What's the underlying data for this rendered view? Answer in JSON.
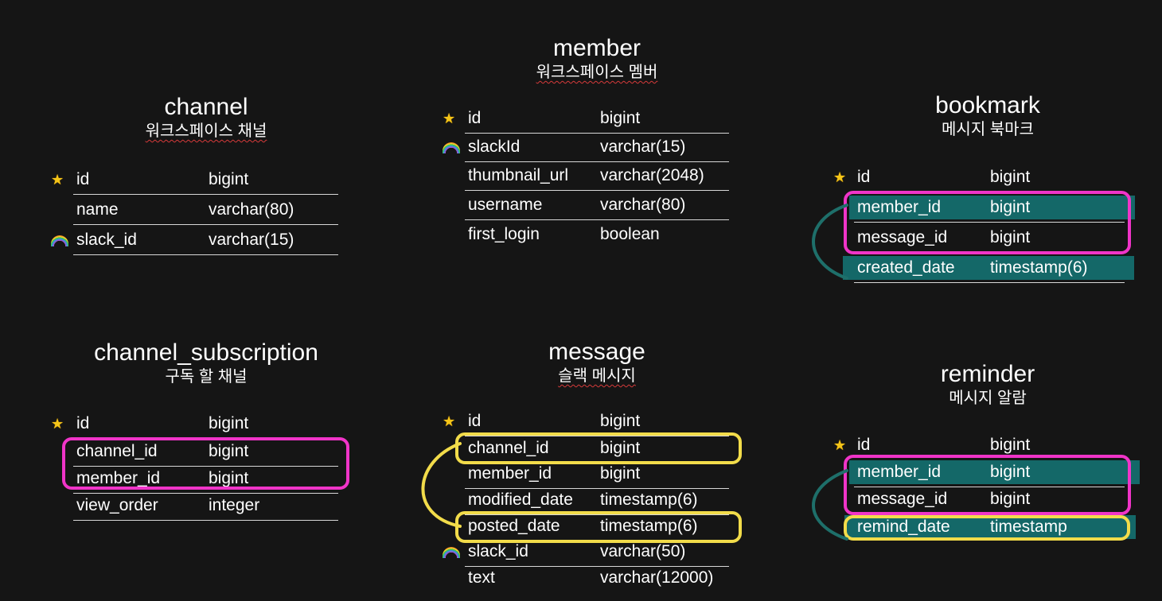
{
  "tables": {
    "channel": {
      "title": "channel",
      "subtitle": "워크스페이스 채널",
      "rows": [
        {
          "name": "id",
          "type": "bigint",
          "icon": "star-icon"
        },
        {
          "name": "name",
          "type": "varchar(80)"
        },
        {
          "name": "slack_id",
          "type": "varchar(15)",
          "icon": "rainbow-icon"
        }
      ]
    },
    "member": {
      "title": "member",
      "subtitle": "워크스페이스 멤버",
      "rows": [
        {
          "name": "id",
          "type": "bigint",
          "icon": "star-icon"
        },
        {
          "name": "slackId",
          "type": "varchar(15)",
          "icon": "rainbow-icon"
        },
        {
          "name": "thumbnail_url",
          "type": "varchar(2048)"
        },
        {
          "name": "username",
          "type": "varchar(80)"
        },
        {
          "name": "first_login",
          "type": "boolean"
        }
      ]
    },
    "bookmark": {
      "title": "bookmark",
      "subtitle": "메시지 북마크",
      "rows": [
        {
          "name": "id",
          "type": "bigint",
          "icon": "star-icon"
        },
        {
          "name": "member_id",
          "type": "bigint"
        },
        {
          "name": "message_id",
          "type": "bigint"
        },
        {
          "name": "created_date",
          "type": "timestamp(6)"
        }
      ]
    },
    "channel_subscription": {
      "title": "channel_subscription",
      "subtitle": "구독 할 채널",
      "rows": [
        {
          "name": "id",
          "type": "bigint",
          "icon": "star-icon"
        },
        {
          "name": "channel_id",
          "type": "bigint"
        },
        {
          "name": "member_id",
          "type": "bigint"
        },
        {
          "name": "view_order",
          "type": "integer"
        }
      ]
    },
    "message": {
      "title": "message",
      "subtitle": "슬랙 메시지",
      "rows": [
        {
          "name": "id",
          "type": "bigint",
          "icon": "star-icon"
        },
        {
          "name": "channel_id",
          "type": "bigint"
        },
        {
          "name": "member_id",
          "type": "bigint"
        },
        {
          "name": "modified_date",
          "type": "timestamp(6)"
        },
        {
          "name": "posted_date",
          "type": "timestamp(6)"
        },
        {
          "name": "slack_id",
          "type": "varchar(50)",
          "icon": "rainbow-icon"
        },
        {
          "name": "text",
          "type": "varchar(12000)"
        }
      ]
    },
    "reminder": {
      "title": "reminder",
      "subtitle": "메시지 알람",
      "rows": [
        {
          "name": "id",
          "type": "bigint",
          "icon": "star-icon"
        },
        {
          "name": "member_id",
          "type": "bigint"
        },
        {
          "name": "message_id",
          "type": "bigint"
        },
        {
          "name": "remind_date",
          "type": "timestamp"
        }
      ]
    }
  },
  "colors": {
    "background": "#151515",
    "highlight_teal": "#146868",
    "marker_magenta": "#f034c8",
    "marker_yellow": "#f2dc4a",
    "marker_teal": "#1e6f6a",
    "spellcheck_red": "#d63a3a"
  }
}
